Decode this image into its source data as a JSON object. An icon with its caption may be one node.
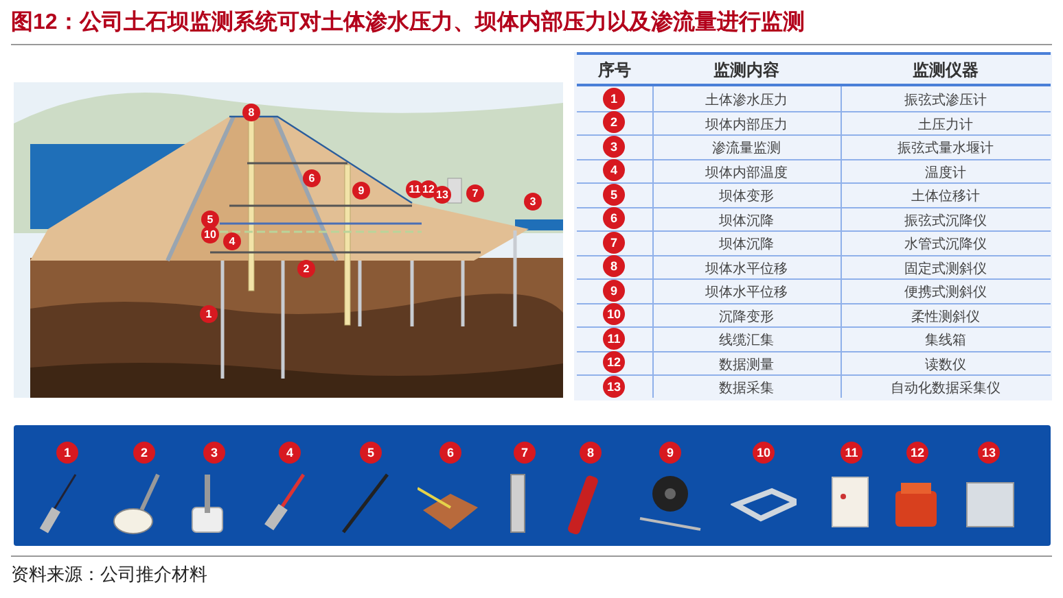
{
  "diagram": {
    "title": "图12：公司土石坝监测系统可对土体渗水压力、坝体内部压力以及渗流量进行监测",
    "caption": "资料来源：公司推介材料",
    "labels": [
      "8",
      "6",
      "9",
      "11",
      "12",
      "13",
      "7",
      "3",
      "5",
      "10",
      "4",
      "2",
      "1",
      "序号",
      "监测内容",
      "监测仪器",
      "1",
      "土体渗水压力",
      "振弦式渗压计",
      "2",
      "坝体内部压力",
      "土压力计",
      "3",
      "渗流量监测",
      "振弦式量水堰计",
      "4",
      "坝体内部温度",
      "温度计",
      "5",
      "坝体变形",
      "土体位移计",
      "6",
      "坝体沉降",
      "振弦式沉降仪",
      "7",
      "坝体沉降",
      "水管式沉降仪",
      "8",
      "坝体水平位移",
      "固定式测斜仪",
      "9",
      "坝体水平位移",
      "便携式测斜仪",
      "10",
      "沉降变形",
      "柔性测斜仪",
      "11",
      "线缆汇集",
      "集线箱",
      "12",
      "数据测量",
      "读数仪",
      "13",
      "数据采集",
      "自动化数据采集仪",
      "1",
      "2",
      "3",
      "4",
      "5",
      "6",
      "7",
      "8",
      "9",
      "10",
      "11",
      "12",
      "13"
    ]
  }
}
